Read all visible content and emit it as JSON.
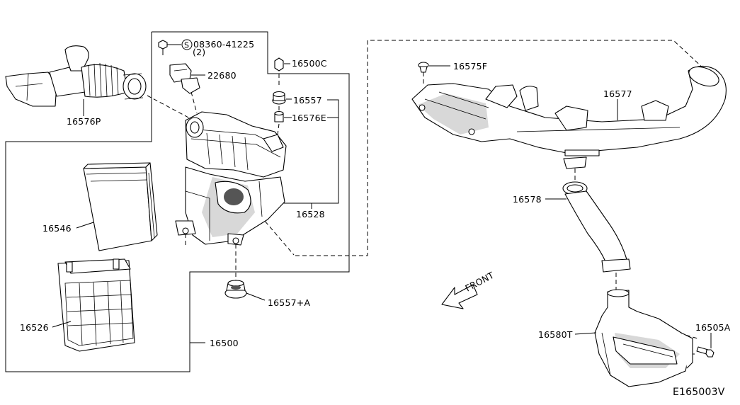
{
  "parts": {
    "p16576P": "16576P",
    "p08360": "08360-41225",
    "p08360_qty": "(2)",
    "p22680": "22680",
    "p16500C": "16500C",
    "p16557": "16557",
    "p16576E": "16576E",
    "p16528": "16528",
    "p16546": "16546",
    "p16526": "16526",
    "p16557A": "16557+A",
    "p16500": "16500",
    "p16575F": "16575F",
    "p16577": "16577",
    "p16578": "16578",
    "p16580T": "16580T",
    "p16505A": "16505A",
    "screw_symbol": "S"
  },
  "front_label": "FRONT",
  "diagram_id": "E165003V"
}
